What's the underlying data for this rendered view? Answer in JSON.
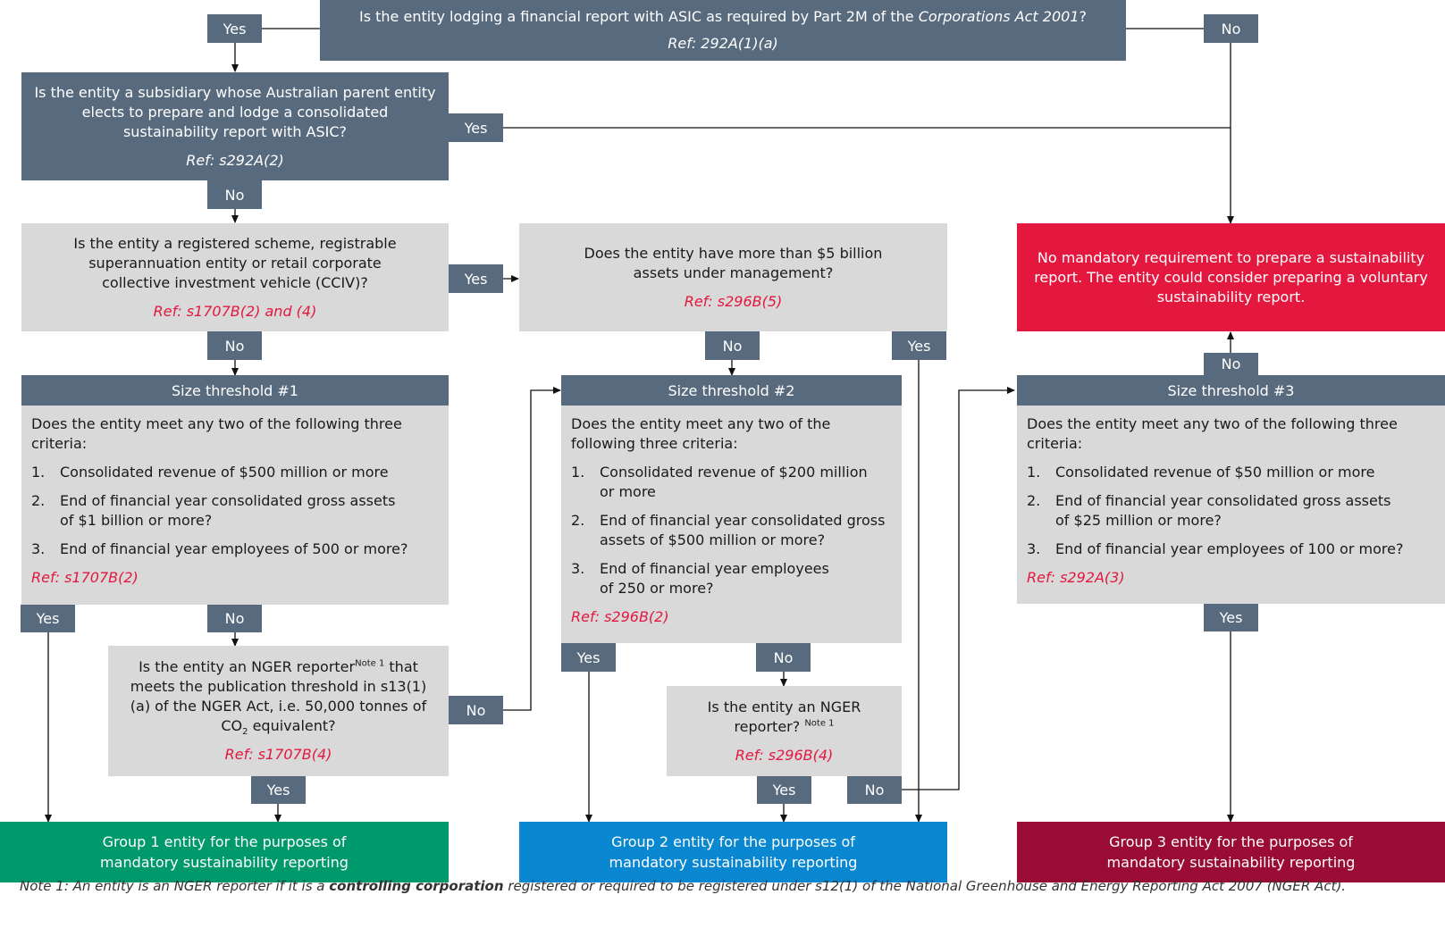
{
  "q_lodging": {
    "text": "Is the entity lodging a financial report with ASIC as required by Part 2M of the ",
    "italic": "Corporations Act 2001",
    "end": "?",
    "ref": "Ref: 292A(1)(a)"
  },
  "q_subsidiary": {
    "text": "Is the entity a subsidiary whose Australian parent entity elects to prepare and lodge a consolidated sustainability report with ASIC?",
    "ref": "Ref: s292A(2)"
  },
  "q_scheme": {
    "text": "Is the entity a registered scheme, registrable superannuation entity or retail corporate collective investment vehicle (CCIV)?",
    "ref": "Ref: s1707B(2) and (4)"
  },
  "q_assets": {
    "text": "Does the entity have more than $5 billion assets under management?",
    "ref": "Ref: s296B(5)"
  },
  "no_requirement": {
    "text": "No mandatory requirement to prepare a sustainability report. The entity could consider preparing a voluntary sustainability report."
  },
  "threshold1": {
    "title": "Size threshold #1",
    "intro": "Does the entity meet any two of the following three criteria:",
    "criteria": [
      {
        "n": "1.",
        "t": "Consolidated revenue of $500 million or more"
      },
      {
        "n": "2.",
        "t": "End of financial year consolidated gross assets of $1 billion or more?"
      },
      {
        "n": "3.",
        "t": "End of financial year employees of 500 or more?"
      }
    ],
    "ref": "Ref: s1707B(2)"
  },
  "threshold2": {
    "title": "Size threshold #2",
    "intro": "Does the entity meet any two of the following three criteria:",
    "criteria": [
      {
        "n": "1.",
        "t": "Consolidated revenue of $200 million or more"
      },
      {
        "n": "2.",
        "t": "End of financial year consolidated gross assets of $500 million or more?"
      },
      {
        "n": "3.",
        "t": "End of financial year employees of 250 or more?"
      }
    ],
    "ref": "Ref: s296B(2)"
  },
  "threshold3": {
    "title": "Size threshold #3",
    "intro": "Does the entity meet any two of the following three criteria:",
    "criteria": [
      {
        "n": "1.",
        "t": "Consolidated revenue of $50 million or more"
      },
      {
        "n": "2.",
        "t": "End of financial year consolidated gross assets of $25 million or more?"
      },
      {
        "n": "3.",
        "t": "End of financial year employees of 100 or more?"
      }
    ],
    "ref": "Ref: s292A(3)"
  },
  "q_nger1": {
    "line1": "Is the entity an NGER reporter",
    "note": "Note 1",
    "line2": "that meets the publication threshold in s13(1)(a) of the NGER Act, i.e. 50,000 tonnes of CO",
    "sub": "2",
    "line3": " equivalent?",
    "ref": "Ref: s1707B(4)"
  },
  "q_nger2": {
    "line1": "Is the entity an NGER reporter?",
    "note": "Note 1",
    "ref": "Ref: s296B(4)"
  },
  "group1": {
    "text": "Group 1 entity for the purposes of mandatory sustainability reporting",
    "color": "#00996b"
  },
  "group2": {
    "text": "Group 2 entity for the purposes of mandatory sustainability reporting",
    "color": "#0a87d1"
  },
  "group3": {
    "text": "Group 3 entity for the purposes of mandatory sustainability reporting",
    "color": "#9a0c33"
  },
  "labels": {
    "yes": "Yes",
    "no": "No"
  },
  "footnote": {
    "prefix": "Note 1: An entity is an NGER reporter if it is a ",
    "bold": "controlling corporation",
    "suffix": " registered or required to be registered under s12(1) of the National Greenhouse and Energy Reporting Act 2007 (NGER Act)."
  },
  "colors": {
    "header": "#586a7d",
    "question": "#d9d9d9",
    "ref_red": "#e4173f",
    "no_requirement": "#e4173f",
    "group1": "#00996b",
    "group2": "#0a87d1",
    "group3": "#9a0c33"
  }
}
